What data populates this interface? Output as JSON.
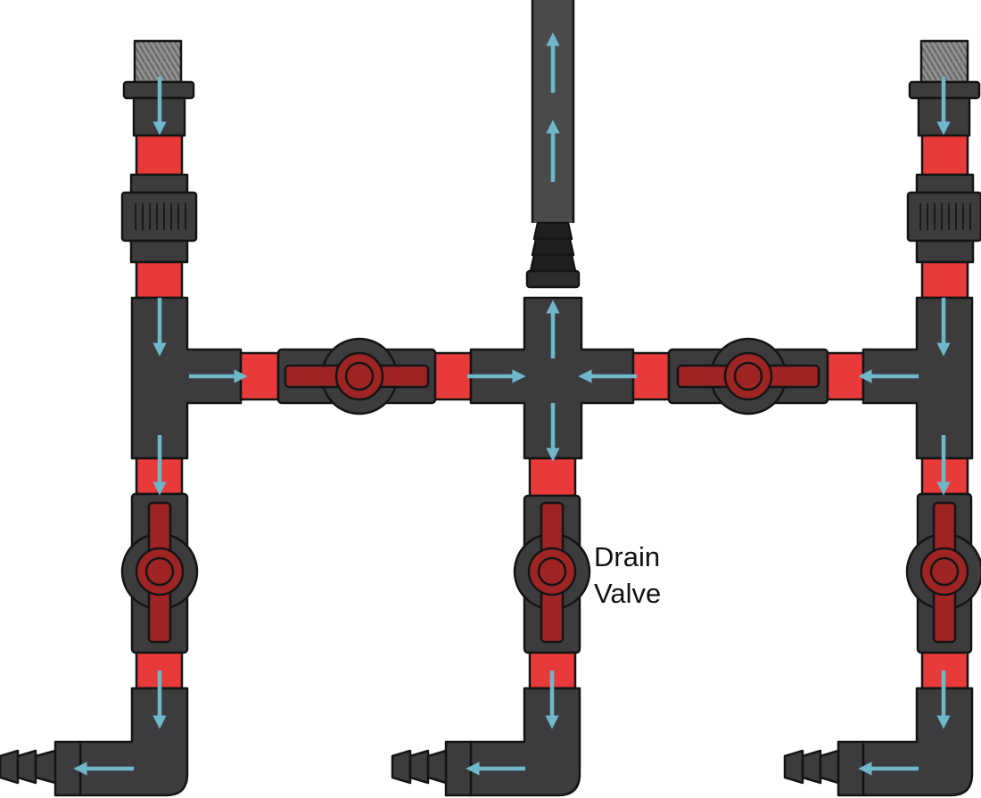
{
  "diagram": {
    "labels": {
      "drain_line1": "Drain",
      "drain_line2": "Valve"
    },
    "colors": {
      "pipe_body": "#3c3c3e",
      "pipe_outline": "#141414",
      "hose": "#4a4a4c",
      "pipe_segment": "#e83a3a",
      "valve_handle": "#9e2424",
      "flow_arrow": "#6fb8cc",
      "thread": "#8a8a8a",
      "barb": "#2a2a2a"
    },
    "components": {
      "left_branch": [
        "threaded-inlet",
        "union",
        "tee",
        "ball-valve",
        "elbow",
        "hose-barb"
      ],
      "center_branch": [
        "hose-outlet",
        "barb-adapter",
        "cross",
        "drain-valve",
        "elbow",
        "hose-barb"
      ],
      "right_branch": [
        "threaded-inlet",
        "union",
        "tee",
        "ball-valve",
        "elbow",
        "hose-barb"
      ],
      "crossbar": [
        "ball-valve-left",
        "ball-valve-right"
      ]
    }
  }
}
